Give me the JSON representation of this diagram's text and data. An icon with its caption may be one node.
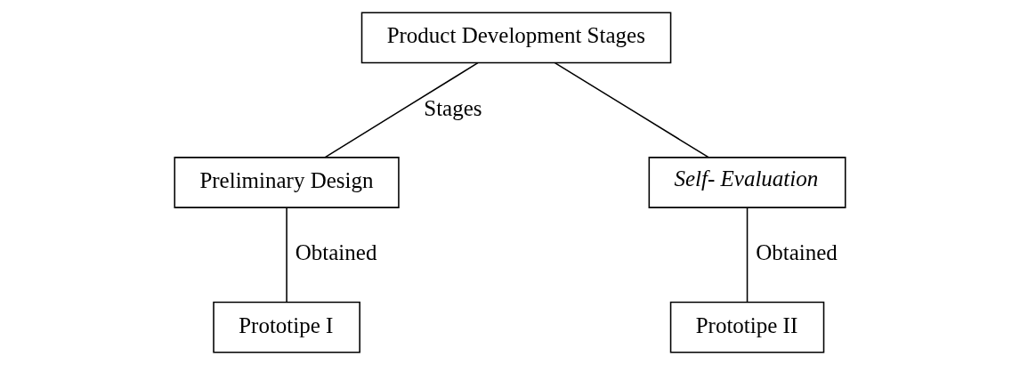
{
  "diagram": {
    "nodes": [
      {
        "text": [
          "Product Development Stages"
        ]
      },
      {
        "text": [
          "Preliminary Design"
        ]
      },
      {
        "text": [
          "Self- Evaluation"
        ]
      },
      {
        "text": [
          "Prototipe I"
        ]
      },
      {
        "text": [
          "Prototipe II"
        ]
      }
    ],
    "edges": [
      {
        "from": 0,
        "to": 1,
        "arrow": "none",
        "label": "Stages"
      },
      {
        "from": 0,
        "to": 2,
        "arrow": "none"
      },
      {
        "from": 1,
        "to": 3,
        "arrow": "none",
        "label": "Obtained"
      },
      {
        "from": 2,
        "to": 4,
        "arrow": "none",
        "label": "Obtained"
      }
    ]
  }
}
